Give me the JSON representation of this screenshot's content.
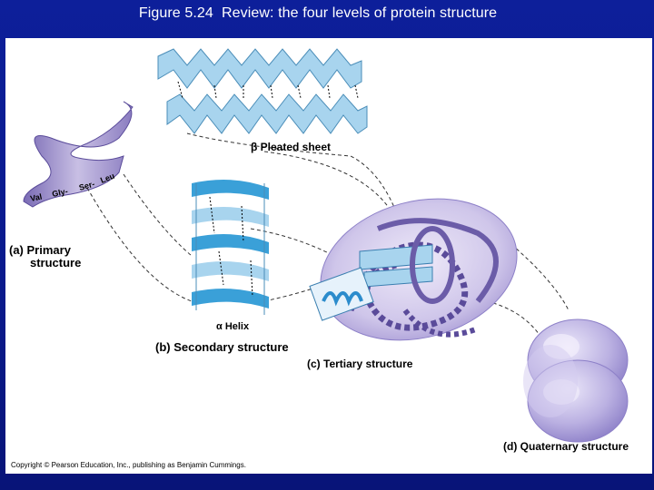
{
  "title": "Figure 5.24  Review: the four levels of protein structure",
  "labels": {
    "primary_a": "(a) Primary",
    "primary_b": "structure",
    "sheet": "β Pleated sheet",
    "helix": "α Helix",
    "secondary": "(b) Secondary structure",
    "tertiary": "(c) Tertiary structure",
    "quaternary": "(d) Quaternary structure"
  },
  "ribbon_text": {
    "val": "Val",
    "gly": "Gly-",
    "ser": "Ser-",
    "leu": "Leu"
  },
  "copyright": "Copyright © Pearson Education, Inc., publishing as Benjamin Cummings.",
  "colors": {
    "background": "#0a1a8c",
    "ribbon": "#9b8fc4",
    "sheet": "#a8d4ee",
    "helix": "#3aa0d8",
    "tertiary": "#c9c2e6",
    "quaternary": "#b9b0e0"
  }
}
